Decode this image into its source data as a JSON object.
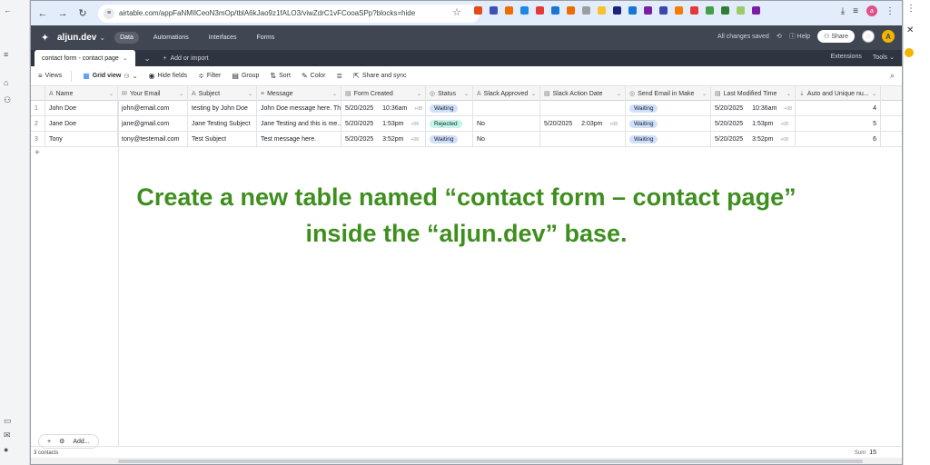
{
  "browser": {
    "url": "airtable.com/appFaNMIlCeoN3mOp/tblA6kJao9z1fALO3/viwZdrC1vFCooaSPp?blocks=hide",
    "profile_initial": "a",
    "extension_colors": [
      "#e64a19",
      "#3f51b5",
      "#ef6c00",
      "#1e88e5",
      "#e53935",
      "#1976d2",
      "#ef6c00",
      "#9e9e9e",
      "#fbc02d",
      "#1a237e",
      "#1976d2",
      "#7b1fa2",
      "#3949ab",
      "#f57c00",
      "#e53935",
      "#43a047",
      "#2e7d32",
      "#9ccc65",
      "#7b1fa2"
    ]
  },
  "app": {
    "base_name": "aljun.dev",
    "nav": [
      "Data",
      "Automations",
      "Interfaces",
      "Forms"
    ],
    "status": "All changes saved",
    "help": "Help",
    "share": "Share",
    "avatar": "A"
  },
  "tables": {
    "active": "contact form - contact page",
    "add_import": "Add or import",
    "extensions": "Extensions",
    "tools": "Tools"
  },
  "toolbar": {
    "views": "Views",
    "grid_view": "Grid view",
    "hide_fields": "Hide fields",
    "filter": "Filter",
    "group": "Group",
    "sort": "Sort",
    "color": "Color",
    "share_sync": "Share and sync"
  },
  "columns": [
    "Name",
    "Your Email",
    "Subject",
    "Message",
    "Form Created",
    "Status",
    "Slack Approved",
    "Slack Action Date",
    "Send Email in Make",
    "Last Modified Time",
    "Auto and Unique nu..."
  ],
  "rows": [
    {
      "n": "1",
      "name": "John Doe",
      "email": "john@email.com",
      "subject": "testing by John Doe",
      "message": "John Doe message here. Th...",
      "fc_date": "5/20/2025",
      "fc_time": "10:36am",
      "status": "Waiting",
      "slack": "",
      "sad_date": "",
      "sad_time": "",
      "send": "Waiting",
      "lm_date": "5/20/2025",
      "lm_time": "10:36am",
      "auto": "4"
    },
    {
      "n": "2",
      "name": "Jane Doe",
      "email": "jane@gmail.com",
      "subject": "Jane Testing Subject",
      "message": "Jane Testing and this is me...",
      "fc_date": "5/20/2025",
      "fc_time": "1:53pm",
      "status": "Rejected",
      "slack": "No",
      "sad_date": "5/20/2025",
      "sad_time": "2:03pm",
      "send": "Waiting",
      "lm_date": "5/20/2025",
      "lm_time": "1:53pm",
      "auto": "5"
    },
    {
      "n": "3",
      "name": "Tony",
      "email": "tony@testemail.com",
      "subject": "Test Subject",
      "message": "Test message here.",
      "fc_date": "5/20/2025",
      "fc_time": "3:52pm",
      "status": "Waiting",
      "slack": "No",
      "sad_date": "",
      "sad_time": "",
      "send": "Waiting",
      "lm_date": "5/20/2025",
      "lm_time": "3:52pm",
      "auto": "6"
    }
  ],
  "utc_label": "+08",
  "status_colors": {
    "Waiting": "#cfe0fc",
    "Rejected": "#c2f5e9"
  },
  "footer": {
    "add": "Add...",
    "record_count": "3 contacts",
    "sum_label": "Sum",
    "sum_value": "15"
  },
  "instruction": {
    "line1": "Create a new table named “contact form – contact page”",
    "line2": "inside the “aljun.dev” base."
  }
}
